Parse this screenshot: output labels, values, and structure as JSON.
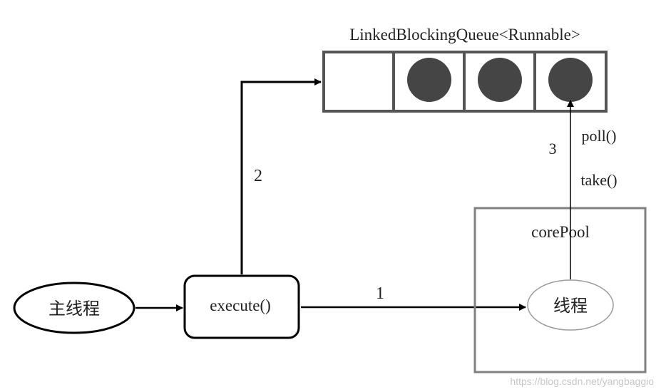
{
  "queue": {
    "label": "LinkedBlockingQueue<Runnable>",
    "slots": [
      {
        "filled": false
      },
      {
        "filled": true
      },
      {
        "filled": true
      },
      {
        "filled": true
      }
    ]
  },
  "main_thread": {
    "label": "主线程"
  },
  "execute_box": {
    "label": "execute()"
  },
  "core_pool": {
    "label": "corePool",
    "thread_label": "线程"
  },
  "edges": {
    "to_pool_step": "1",
    "to_queue_step": "2",
    "fetch_step": "3",
    "fetch_method_poll": "poll()",
    "fetch_method_take": "take()"
  },
  "watermark": "https://blog.csdn.net/yangbaggio",
  "colors": {
    "stroke": "#000000",
    "box_border": "#555555",
    "slot_fill": "#454545",
    "thread_ellipse": "#9a9a9a"
  }
}
